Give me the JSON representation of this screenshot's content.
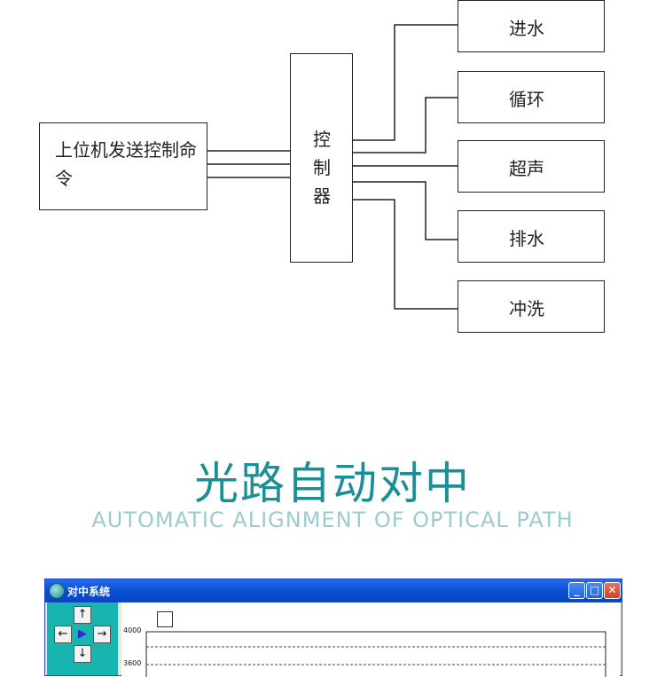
{
  "diagram": {
    "source": "上位机发送控制命令",
    "controller": "控制器",
    "outputs": [
      "进水",
      "循环",
      "超声",
      "排水",
      "冲洗"
    ]
  },
  "heading": {
    "title": "光路自动对中",
    "subtitle": "AUTOMATIC ALIGNMENT OF OPTICAL PATH"
  },
  "window": {
    "title": "对中系统",
    "controls": {
      "minimize": "_",
      "maximize": "□",
      "close": "✕"
    },
    "pad": {
      "up": "↑",
      "left": "←",
      "center": "▶",
      "right": "→",
      "down": "↓"
    },
    "plot": {
      "ticks": [
        "4000",
        "3600"
      ]
    }
  },
  "colors": {
    "accent": "#1a8f96",
    "subtitle": "#9ccbd0",
    "titlebar": "#0a4fd4",
    "pad": "#18b5b0"
  }
}
